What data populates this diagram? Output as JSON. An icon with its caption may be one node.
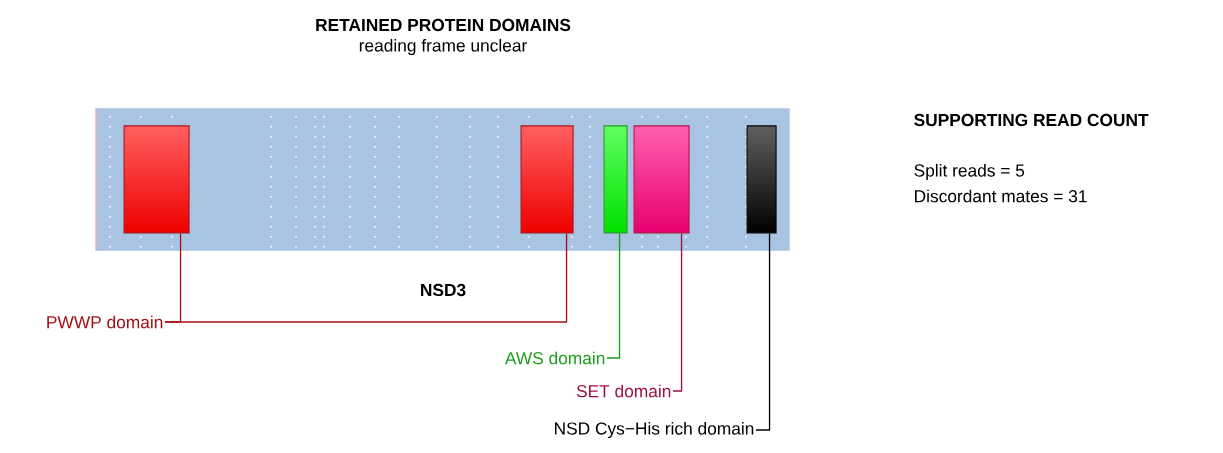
{
  "diagram": {
    "title": "RETAINED PROTEIN DOMAINS",
    "nodes": [
      {
        "text": [
          "NSD3"
        ]
      },
      {
        "text": [],
        "shape": "box",
        "in": 0
      },
      {
        "text": [],
        "shape": "box",
        "in": 0
      },
      {
        "text": [],
        "shape": "box",
        "in": 0
      },
      {
        "text": [],
        "shape": "box",
        "in": 0
      },
      {
        "text": [],
        "shape": "box",
        "in": 0
      },
      {
        "text": [
          "PWWP domain"
        ]
      },
      {
        "text": [
          "AWS domain"
        ]
      },
      {
        "text": [
          "SET domain"
        ]
      },
      {
        "text": [
          "NSD Cys−His rich domain"
        ]
      }
    ],
    "edges": [
      {
        "from": 6,
        "to": 1,
        "arrow": "none",
        "color": "#a50f15"
      },
      {
        "from": 6,
        "to": 2,
        "arrow": "none",
        "color": "#a50f15"
      },
      {
        "from": 7,
        "to": 3,
        "arrow": "none",
        "color": "#1a9e1a"
      },
      {
        "from": 8,
        "to": 4,
        "arrow": "none",
        "color": "#a0103a"
      },
      {
        "from": 9,
        "to": 5,
        "arrow": "none",
        "color": "#000000"
      }
    ],
    "labels": [
      "reading frame unclear",
      "SUPPORTING READ COUNT",
      "Split reads = 5",
      "Discordant mates = 31"
    ]
  }
}
